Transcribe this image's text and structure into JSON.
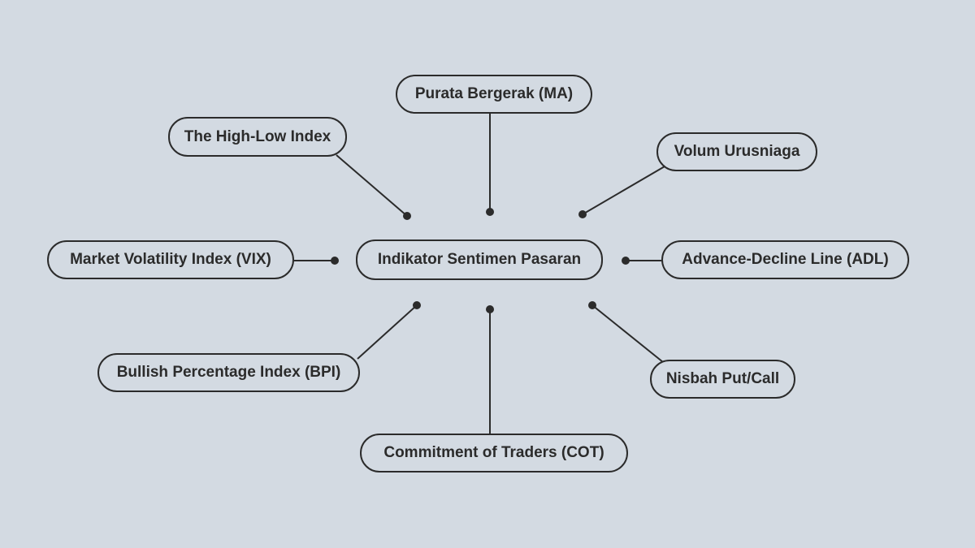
{
  "diagram": {
    "center_label": "Indikator Sentimen Pasaran",
    "nodes": [
      {
        "id": "ma",
        "label": "Purata Bergerak (MA)"
      },
      {
        "id": "high-low",
        "label": "The High-Low Index"
      },
      {
        "id": "volume",
        "label": "Volum Urusniaga"
      },
      {
        "id": "vix",
        "label": "Market Volatility Index (VIX)"
      },
      {
        "id": "adl",
        "label": "Advance-Decline Line (ADL)"
      },
      {
        "id": "bpi",
        "label": "Bullish Percentage Index (BPI)"
      },
      {
        "id": "put-call",
        "label": "Nisbah Put/Call"
      },
      {
        "id": "cot",
        "label": "Commitment of Traders (COT)"
      }
    ],
    "colors": {
      "background": "#d3dae2",
      "stroke": "#2b2b2b",
      "text": "#2b2b2b"
    }
  }
}
